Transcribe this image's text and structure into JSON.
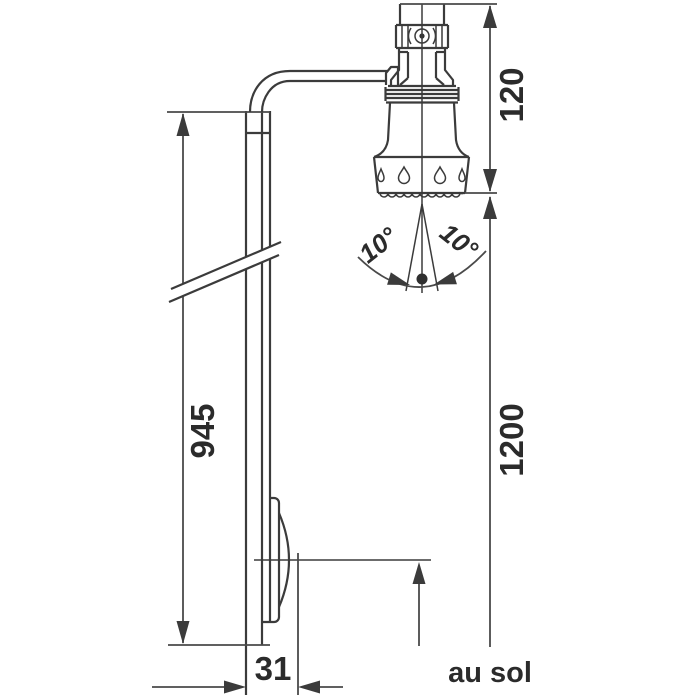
{
  "drawing": {
    "background": "#ffffff",
    "stroke_color": "#3b3b3b",
    "text_color": "#2b2b2b",
    "type": "shower-column-dimensional-drawing"
  },
  "dimensions": {
    "column_height": "945",
    "head_height": "120",
    "spray_to_floor": "1200",
    "button_depth": "31"
  },
  "angles": {
    "tilt_left": "10°",
    "tilt_right": "10°"
  },
  "labels": {
    "floor_reference": "au sol"
  }
}
